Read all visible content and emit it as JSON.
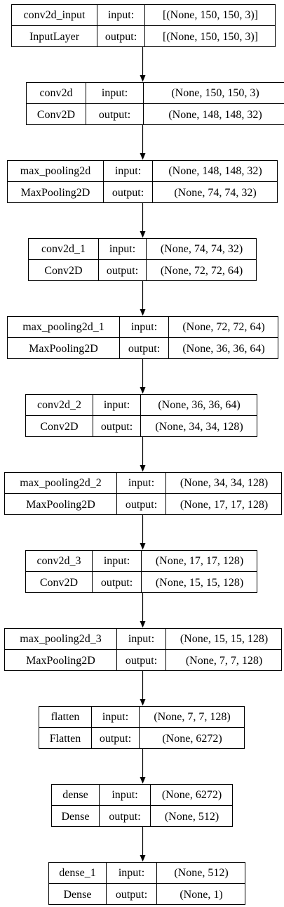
{
  "layers": [
    {
      "name": "conv2d_input",
      "type": "InputLayer",
      "input_label": "input:",
      "output_label": "output:",
      "input_shape": "[(None, 150, 150, 3)]",
      "output_shape": "[(None, 150, 150, 3)]"
    },
    {
      "name": "conv2d",
      "type": "Conv2D",
      "input_label": "input:",
      "output_label": "output:",
      "input_shape": "(None, 150, 150, 3)",
      "output_shape": "(None, 148, 148, 32)"
    },
    {
      "name": "max_pooling2d",
      "type": "MaxPooling2D",
      "input_label": "input:",
      "output_label": "output:",
      "input_shape": "(None, 148, 148, 32)",
      "output_shape": "(None, 74, 74, 32)"
    },
    {
      "name": "conv2d_1",
      "type": "Conv2D",
      "input_label": "input:",
      "output_label": "output:",
      "input_shape": "(None, 74, 74, 32)",
      "output_shape": "(None, 72, 72, 64)"
    },
    {
      "name": "max_pooling2d_1",
      "type": "MaxPooling2D",
      "input_label": "input:",
      "output_label": "output:",
      "input_shape": "(None, 72, 72, 64)",
      "output_shape": "(None, 36, 36, 64)"
    },
    {
      "name": "conv2d_2",
      "type": "Conv2D",
      "input_label": "input:",
      "output_label": "output:",
      "input_shape": "(None, 36, 36, 64)",
      "output_shape": "(None, 34, 34, 128)"
    },
    {
      "name": "max_pooling2d_2",
      "type": "MaxPooling2D",
      "input_label": "input:",
      "output_label": "output:",
      "input_shape": "(None, 34, 34, 128)",
      "output_shape": "(None, 17, 17, 128)"
    },
    {
      "name": "conv2d_3",
      "type": "Conv2D",
      "input_label": "input:",
      "output_label": "output:",
      "input_shape": "(None, 17, 17, 128)",
      "output_shape": "(None, 15, 15, 128)"
    },
    {
      "name": "max_pooling2d_3",
      "type": "MaxPooling2D",
      "input_label": "input:",
      "output_label": "output:",
      "input_shape": "(None, 15, 15, 128)",
      "output_shape": "(None, 7, 7, 128)"
    },
    {
      "name": "flatten",
      "type": "Flatten",
      "input_label": "input:",
      "output_label": "output:",
      "input_shape": "(None, 7, 7, 128)",
      "output_shape": "(None, 6272)"
    },
    {
      "name": "dense",
      "type": "Dense",
      "input_label": "input:",
      "output_label": "output:",
      "input_shape": "(None, 6272)",
      "output_shape": "(None, 512)"
    },
    {
      "name": "dense_1",
      "type": "Dense",
      "input_label": "input:",
      "output_label": "output:",
      "input_shape": "(None, 512)",
      "output_shape": "(None, 1)"
    }
  ],
  "colors": {
    "border": "#000000",
    "background": "#ffffff",
    "text": "#000000"
  }
}
